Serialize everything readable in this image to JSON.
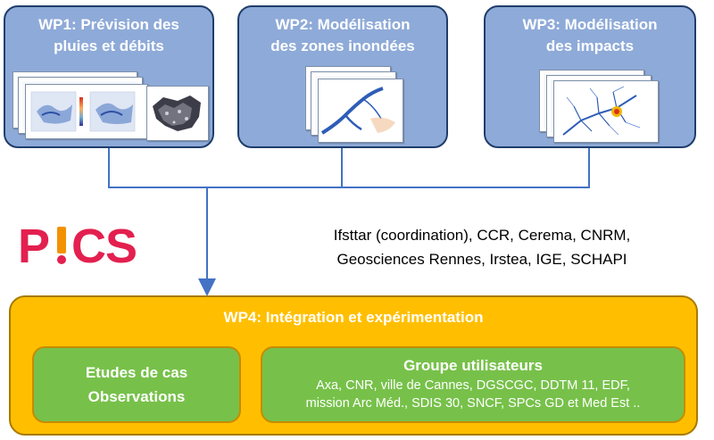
{
  "wp1": {
    "title_line1": "WP1: Prévision des",
    "title_line2": "pluies et débits"
  },
  "wp2": {
    "title_line1": "WP2: Modélisation",
    "title_line2": "des zones inondées"
  },
  "wp3": {
    "title_line1": "WP3: Modélisation",
    "title_line2": "des impacts"
  },
  "logo": {
    "text": "P!CS",
    "colors": {
      "pink": "#e3204f",
      "orange": "#f39200"
    }
  },
  "partners": {
    "line1": "Ifsttar (coordination), CCR, Cerema, CNRM,",
    "line2": "Geosciences Rennes, Irstea, IGE, SCHAPI"
  },
  "wp4": {
    "title": "WP4: Intégration et expérimentation",
    "case_studies": {
      "line1": "Etudes de cas",
      "line2": "Observations"
    },
    "users": {
      "title": "Groupe utilisateurs",
      "line1": "Axa, CNR, ville de Cannes, DGSCGC, DDTM 11, EDF,",
      "line2": "mission Arc Méd., SDIS 30, SNCF, SPCs GD et Med Est .."
    }
  },
  "colors": {
    "wp_fill": "#8eaad8",
    "wp_border": "#1f3d6b",
    "wp4_fill": "#ffbf00",
    "green_fill": "#77c14a",
    "connector": "#4472c4"
  }
}
